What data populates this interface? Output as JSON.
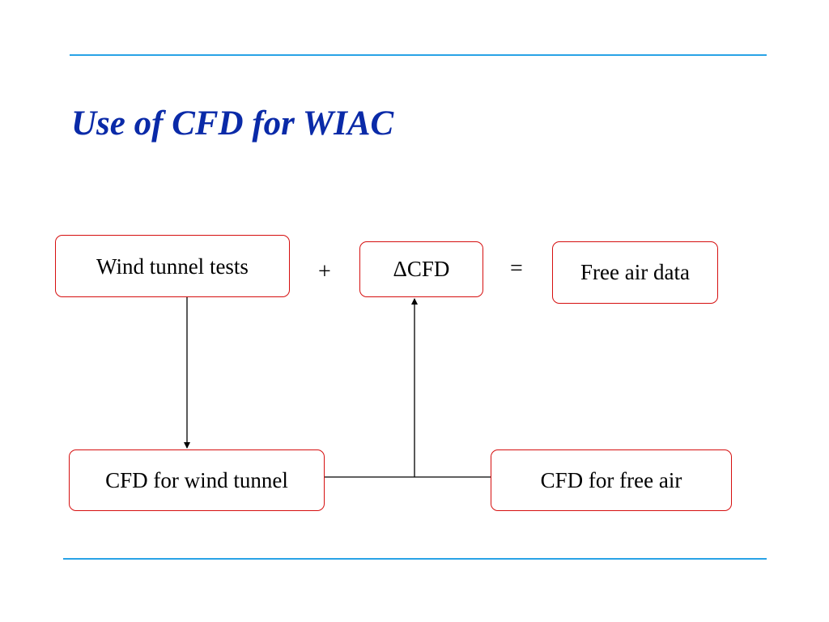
{
  "title": "Use of CFD for WIAC",
  "boxes": {
    "wind_tunnel_tests": "Wind tunnel tests",
    "delta_cfd": "ΔCFD",
    "free_air_data": "Free air data",
    "cfd_for_wind_tunnel": "CFD for wind tunnel",
    "cfd_for_free_air": "CFD for free air"
  },
  "operators": {
    "plus": "+",
    "equals": "="
  },
  "colors": {
    "title": "#0a2aa8",
    "rule": "#29a3e6",
    "box_border": "#d60f0f",
    "connector": "#000000"
  }
}
